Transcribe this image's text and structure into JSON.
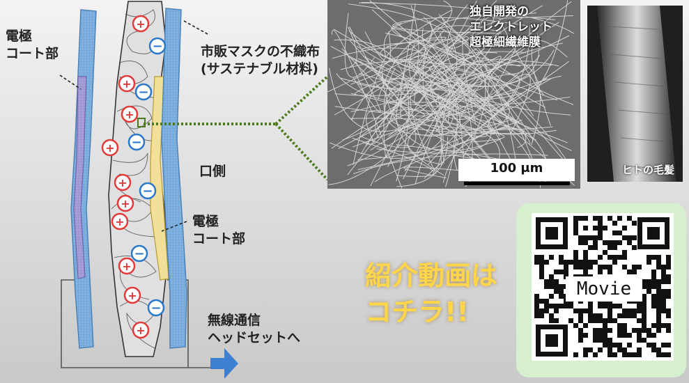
{
  "labels": {
    "electrode_left": [
      "電極",
      "コート部"
    ],
    "mask_fabric": [
      "市販マスクの不織布",
      "(サステナブル材料)"
    ],
    "mouth_side": "口側",
    "electrode_right": [
      "電極",
      "コート部"
    ],
    "wireless": [
      "無線通信",
      "ヘッドセットへ"
    ]
  },
  "sem": {
    "title": [
      "独自開発の",
      "エレクトレット",
      "超極細繊維膜"
    ],
    "scale_bar": "100 μm"
  },
  "hair": {
    "label": "ヒトの毛髪"
  },
  "promo": {
    "line1": "紹介動画は",
    "line2": "コチラ!!"
  },
  "qr": {
    "center_label": "Movie"
  },
  "colors": {
    "electrode_blue": "#7fb2e0",
    "inner_purple": "#a79ed8",
    "inner_yellow": "#f2e09a",
    "positive_red": "#e23a3a",
    "negative_blue": "#2a78c9",
    "link_green": "#4d7a1e",
    "arrow_blue": "#3d7fd1",
    "promo_yellow": "#ffd54a",
    "qr_bg": "#d6efcf"
  }
}
